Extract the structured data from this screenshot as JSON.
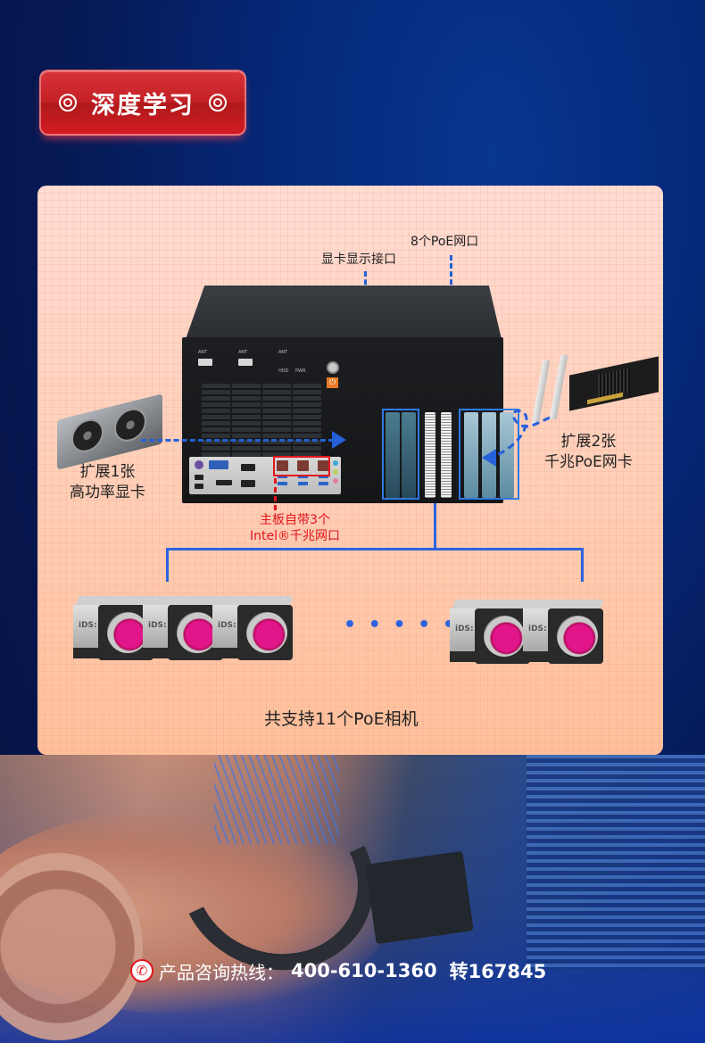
{
  "header": {
    "badge_title": "深度学习",
    "badge_color": "#c42126",
    "badge_icon_left": "double-circle-icon",
    "badge_icon_right": "double-circle-icon"
  },
  "diagram": {
    "background_color": "#ffd3c4",
    "accent_blue": "#2560d9",
    "accent_red": "#e3141c",
    "labels": {
      "poe_ports": "8个PoE网口",
      "gpu_display": "显卡显示接口",
      "gpu_expansion_line1": "扩展1张",
      "gpu_expansion_line2": "高功率显卡",
      "poe_card_line1": "扩展2张",
      "poe_card_line2": "千兆PoE网卡",
      "onboard_line1": "主板自带3个",
      "onboard_line2": "Intel®千兆网口",
      "summary": "共支持11个PoE相机"
    },
    "chassis_front_panel": {
      "ant_label": "ANT",
      "hdd_label": "HDD",
      "pwr_label": "PWR",
      "power_icon": "power-icon"
    },
    "cameras": {
      "brand": "iDS:",
      "left_group_count": 3,
      "right_group_count": 2,
      "ellipsis": "• • • • • •"
    }
  },
  "footer": {
    "phone_icon": "phone-icon",
    "hotline_label": "产品咨询热线：",
    "hotline_number": "400-610-1360",
    "extension": "转167845"
  }
}
